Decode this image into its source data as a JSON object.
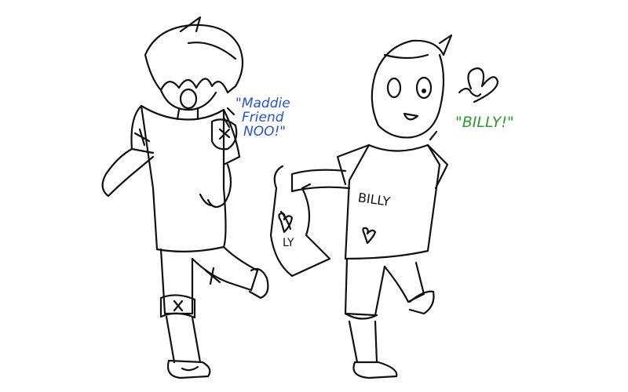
{
  "drawing": {
    "speech_left": {
      "lines": [
        "\"Maddie",
        "Friend",
        "NOO!\""
      ],
      "color": "#2a52cc"
    },
    "speech_right": {
      "text": "\"BILLY!\"",
      "color": "#2f9a2f"
    },
    "shirt_text": {
      "right_shirt": "BILLY",
      "held_shirt": "LY"
    },
    "decorations": {
      "heart_symbol": "♥"
    }
  }
}
